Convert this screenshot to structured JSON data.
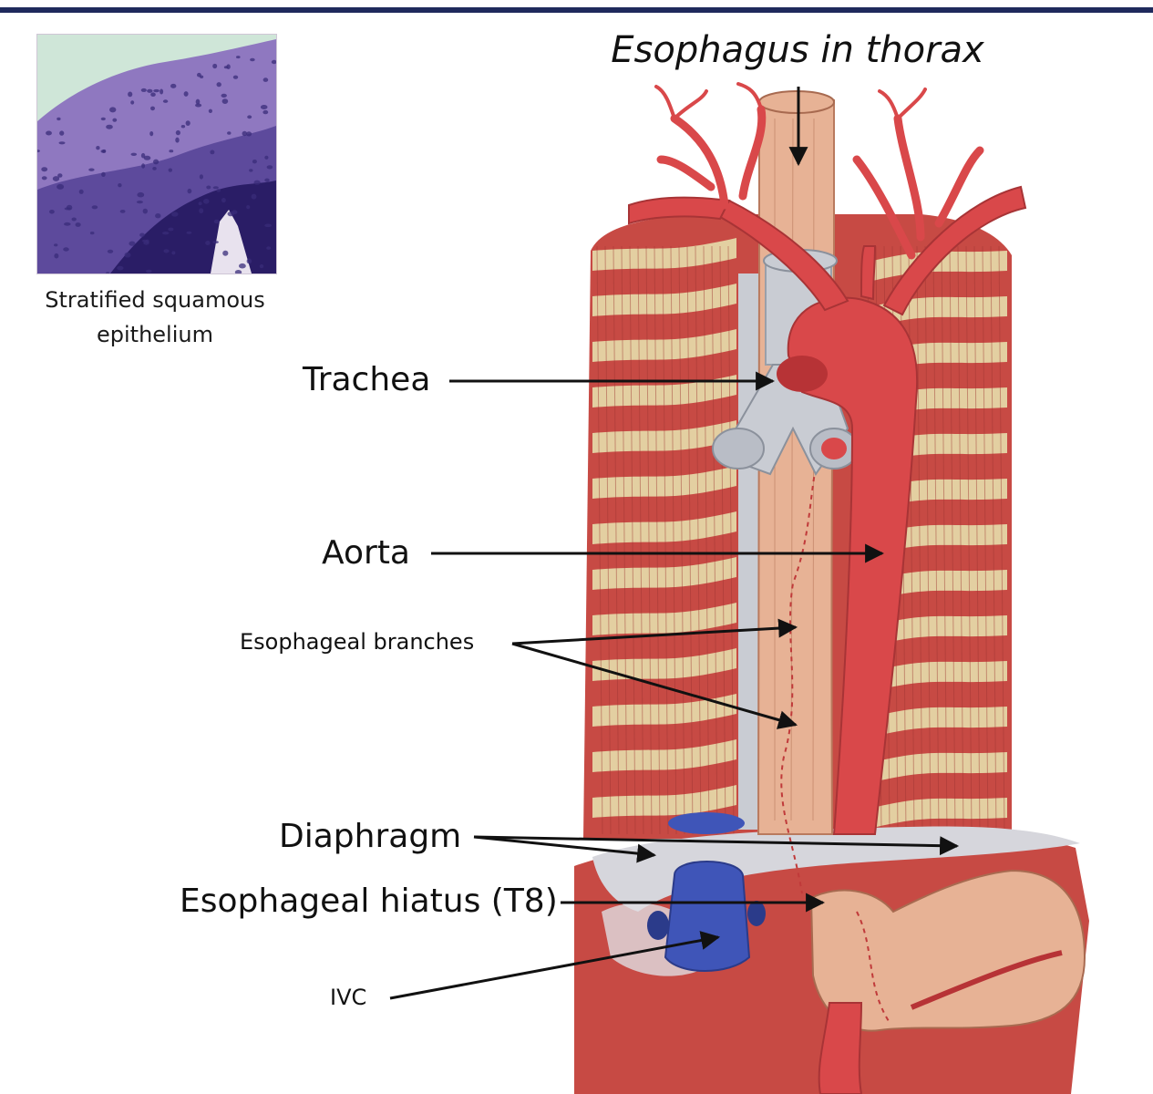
{
  "colors": {
    "rule": "#1f2a5c",
    "muscle": "#c74a44",
    "muscle_dark": "#9e3532",
    "rib": "#e3cfa1",
    "artery": "#d9484a",
    "esophagus": "#e7b295",
    "trachea": "#c9ccd3",
    "vein": "#3f55b8",
    "stain_light": "#8f78c0",
    "stain_dark": "#2a1d66"
  },
  "histology": {
    "caption_line1": "Stratified squamous",
    "caption_line2": "epithelium"
  },
  "diagram": {
    "title": "Esophagus in thorax",
    "labels": {
      "trachea": "Trachea",
      "aorta": "Aorta",
      "esophageal_branches": "Esophageal branches",
      "diaphragm": "Diaphragm",
      "hiatus": "Esophageal hiatus (T8)",
      "ivc": "IVC"
    }
  }
}
